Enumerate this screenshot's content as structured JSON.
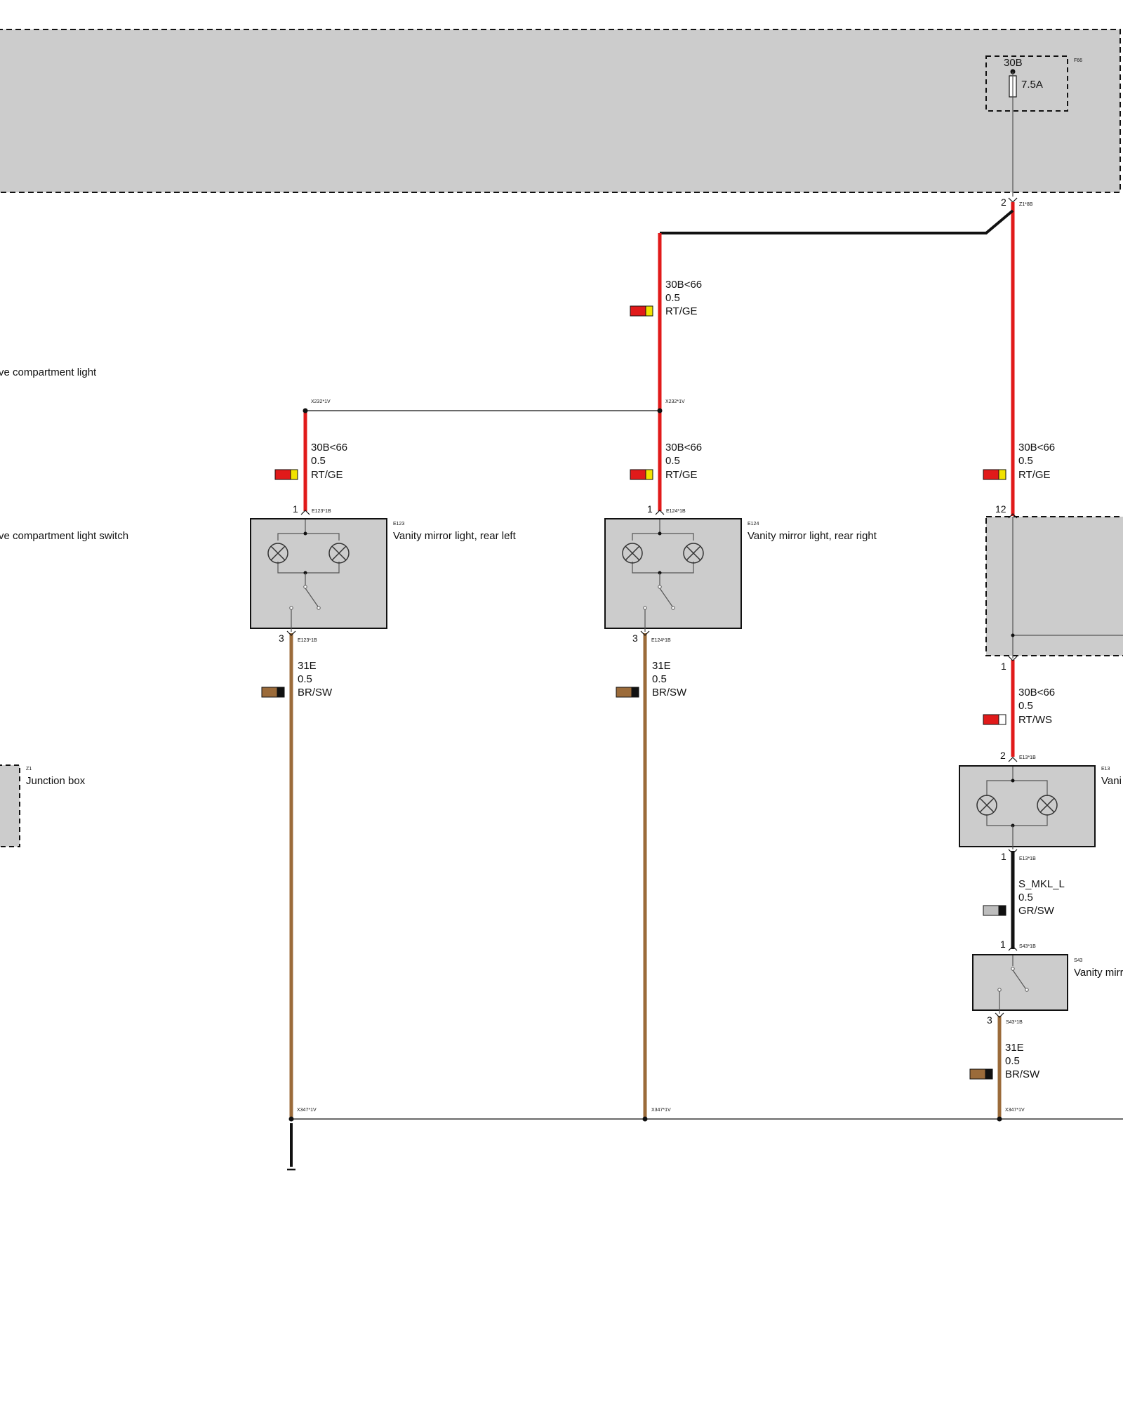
{
  "colors": {
    "housing_fill": "#cccccc",
    "red_wire": "#e11a1a",
    "brown_wire": "#9b6b3a",
    "black_wire": "#111111",
    "yellow_stripe": "#f2e200",
    "grey_stripe": "#bdbdbd",
    "white_stripe": "#ffffff",
    "brown_stripe": "#9b6b3a"
  },
  "fuse": {
    "tag": "F66",
    "terminal": "30B",
    "rating": "7.5A"
  },
  "junction_box": {
    "pin": "2",
    "connector": "Z1*8B",
    "tag": "Z1",
    "name": "Junction box"
  },
  "left_labels": {
    "glove_light": "ve compartment light",
    "glove_switch": "ve compartment light switch"
  },
  "splice_top": {
    "left": "X232*1V",
    "right": "X232*1V"
  },
  "splice_bottom": {
    "a": "X347*1V",
    "b": "X347*1V",
    "c": "X347*1V"
  },
  "wires": {
    "feed": {
      "signal": "30B<66",
      "gauge": "0.5",
      "color": "RT/GE"
    },
    "right_branch": {
      "signal": "30B<66",
      "gauge": "0.5",
      "color": "RT/GE"
    },
    "left_branch": {
      "signal": "30B<66",
      "gauge": "0.5",
      "color": "RT/GE"
    },
    "far_right_upper": {
      "signal": "30B<66",
      "gauge": "0.5",
      "color": "RT/GE"
    },
    "left_ground": {
      "signal": "31E",
      "gauge": "0.5",
      "color": "BR/SW"
    },
    "right_ground": {
      "signal": "31E",
      "gauge": "0.5",
      "color": "BR/SW"
    },
    "far_right_lower": {
      "signal": "30B<66",
      "gauge": "0.5",
      "color": "RT/WS"
    },
    "switch_signal": {
      "signal": "S_MKL_L",
      "gauge": "0.5",
      "color": "GR/SW"
    },
    "switch_ground": {
      "signal": "31E",
      "gauge": "0.5",
      "color": "BR/SW"
    }
  },
  "components": {
    "e123": {
      "tag": "E123",
      "name": "Vanity mirror light, rear left",
      "pin_top": "1",
      "conn_top": "E123*1B",
      "pin_bottom": "3",
      "conn_bottom": "E123*1B"
    },
    "e124": {
      "tag": "E124",
      "name": "Vanity mirror light, rear right",
      "pin_top": "1",
      "conn_top": "E124*1B",
      "pin_bottom": "3",
      "conn_bottom": "E124*1B"
    },
    "right_module": {
      "pin_top": "12",
      "pin_bottom": "1"
    },
    "e13": {
      "tag": "E13",
      "name": "Vani",
      "pin_top": "2",
      "conn_top": "E13*1B",
      "pin_bottom": "1",
      "conn_bottom": "E13*1B"
    },
    "s43": {
      "tag": "S43",
      "name": "Vanity mirr",
      "pin_top": "1",
      "conn_top": "S43*1B",
      "pin_bottom": "3",
      "conn_bottom": "S43*1B"
    }
  }
}
